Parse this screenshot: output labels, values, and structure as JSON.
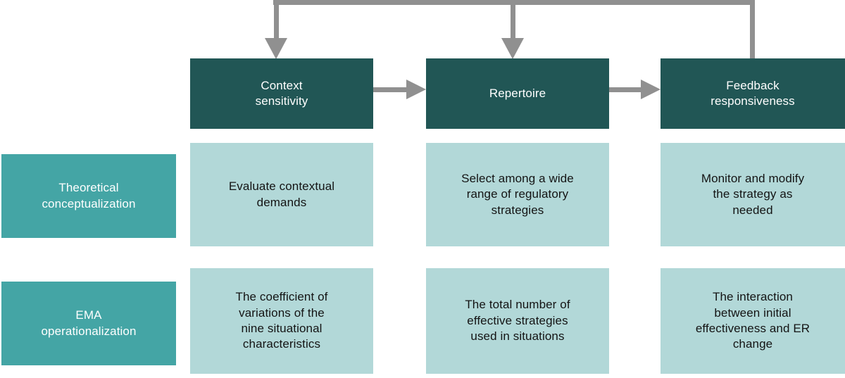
{
  "palette": {
    "dark_teal": "#215655",
    "medium_teal": "#44A5A5",
    "light_teal": "#B2D8D8",
    "arrow_gray": "#909090",
    "text_light": "#FFFFFF",
    "text_dark": "#141414"
  },
  "flow": {
    "nodes": [
      {
        "label": "Context\nsensitivity"
      },
      {
        "label": "Repertoire"
      },
      {
        "label": "Feedback\nresponsiveness"
      }
    ],
    "arrows": [
      "context-to-repertoire",
      "repertoire-to-feedback",
      "feedback-loop-to-context",
      "feedback-loop-to-repertoire"
    ]
  },
  "rows": [
    {
      "label": "Theoretical\nconceptualization",
      "cells": [
        "Evaluate contextual\ndemands",
        "Select among a wide\nrange of regulatory\nstrategies",
        "Monitor and modify\nthe strategy as\nneeded"
      ]
    },
    {
      "label": "EMA\noperationalization",
      "cells": [
        "The coefficient of\nvariations of the\nnine situational\ncharacteristics",
        "The total number of\neffective strategies\nused in situations",
        "The interaction\nbetween initial\neffectiveness and ER\nchange"
      ]
    }
  ]
}
